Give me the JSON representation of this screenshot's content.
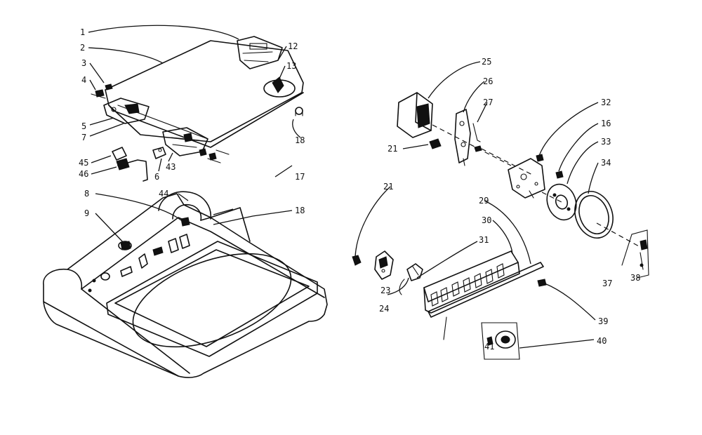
{
  "callouts": {
    "c1": "1",
    "c2": "2",
    "c3": "3",
    "c4": "4",
    "c5": "5",
    "c6": "6",
    "c7": "7",
    "c8": "8",
    "c9": "9",
    "c12": "12",
    "c13": "13",
    "c16": "16",
    "c17": "17",
    "c18a": "18",
    "c18b": "18",
    "c21a": "21",
    "c21b": "21",
    "c23": "23",
    "c24": "24",
    "c25": "25",
    "c26": "26",
    "c27": "27",
    "c29": "29",
    "c30": "30",
    "c31": "31",
    "c32": "32",
    "c33": "33",
    "c34": "34",
    "c37": "37",
    "c38": "38",
    "c39": "39",
    "c40": "40",
    "c41": "41",
    "c43": "43",
    "c44": "44",
    "c45": "45",
    "c46": "46"
  }
}
